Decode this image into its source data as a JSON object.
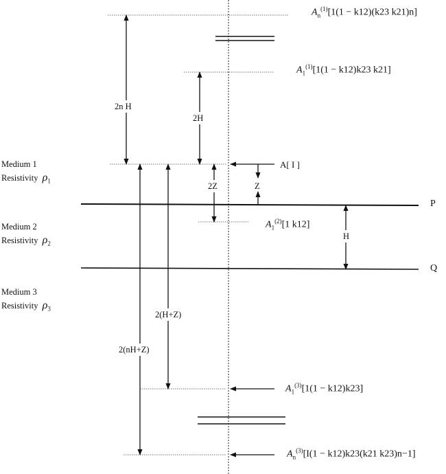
{
  "media": [
    {
      "name": "Medium 1",
      "resistivity_label": "Resistivity",
      "symbol": "ρ",
      "subscript": "1"
    },
    {
      "name": "Medium 2",
      "resistivity_label": "Resistivity",
      "symbol": "ρ",
      "subscript": "2"
    },
    {
      "name": "Medium 3",
      "resistivity_label": "Resistivity",
      "symbol": "ρ",
      "subscript": "3"
    }
  ],
  "boundaries": {
    "upper": "P",
    "lower": "Q"
  },
  "distances": {
    "two_n_h": "2n H",
    "two_h": "2H",
    "two_z": "2Z",
    "z": "Z",
    "h": "H",
    "two_h_plus_z": "2(H+Z)",
    "two_nh_plus_z": "2(nH+Z)"
  },
  "source_label": "A[ I ]",
  "image_labels": {
    "an1": {
      "coef": "A",
      "sub": "n",
      "sup": "(1)",
      "body": "[1(1 − k12)(k23 k21)n]"
    },
    "a11": {
      "coef": "A",
      "sub": "1",
      "sup": "(1)",
      "body": "[1(1 − k12)k23 k21]"
    },
    "a12": {
      "coef": "A",
      "sub": "1",
      "sup": "(2)",
      "body": "[1 k12]"
    },
    "a13": {
      "coef": "A",
      "sub": "1",
      "sup": "(3)",
      "body": "[1(1 − k12)k23]"
    },
    "an3": {
      "coef": "A",
      "sub": "n",
      "sup": "(3)",
      "body": "[I(1 − k12)k23(k21 k23)n−1]"
    }
  }
}
